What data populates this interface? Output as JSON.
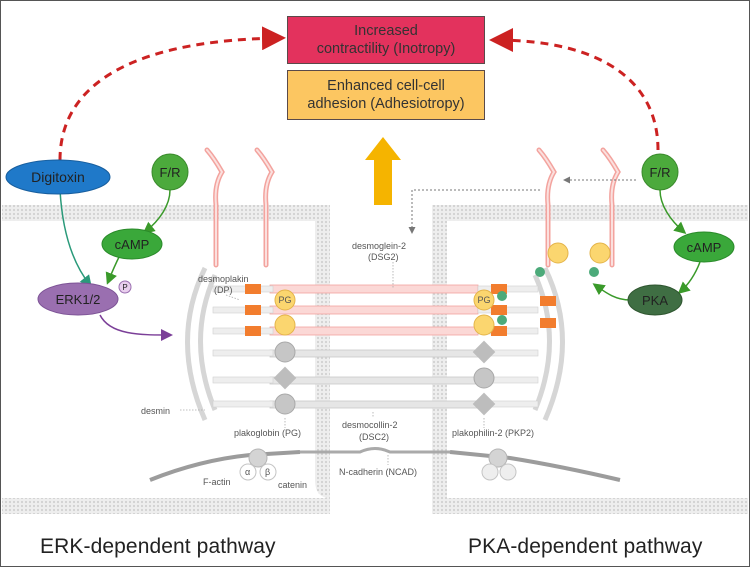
{
  "outcomes": {
    "contractility": "Increased\ncontractility (Inotropy)",
    "adhesion": "Enhanced cell-cell\nadhesion (Adhesiotropy)"
  },
  "nodes": {
    "digitoxin": "Digitoxin",
    "fr_left": "F/R",
    "camp_left": "cAMP",
    "erk": "ERK1/2",
    "p": "P",
    "fr_right": "F/R",
    "camp_right": "cAMP",
    "pka": "PKA",
    "pg_badge": "PG"
  },
  "labels": {
    "desmoplakin": "desmoplakin",
    "desmoplakin_abbr": "(DP)",
    "desmoglein": "desmoglein-2",
    "desmoglein_abbr": "(DSG2)",
    "desmin": "desmin",
    "plakoglobin": "plakoglobin (PG)",
    "desmocollin": "desmocollin-2",
    "desmocollin_abbr": "(DSC2)",
    "plakophilin": "plakophilin-2 (PKP2)",
    "ncad": "N-cadherin (NCAD)",
    "factin": "F-actin",
    "alpha": "α",
    "beta": "β",
    "catenin": "catenin"
  },
  "pathways": {
    "erk": "ERK-dependent pathway",
    "pka": "PKA-dependent pathway"
  },
  "colors": {
    "red": "#e3325d",
    "yellow": "#fcc661",
    "blue": "#1f79c9",
    "green": "#4caa3c",
    "purple": "#9a6fb0",
    "dark_green": "#3f6e43",
    "arrow_red": "#cc2222",
    "big_arrow": "#f5b400"
  }
}
